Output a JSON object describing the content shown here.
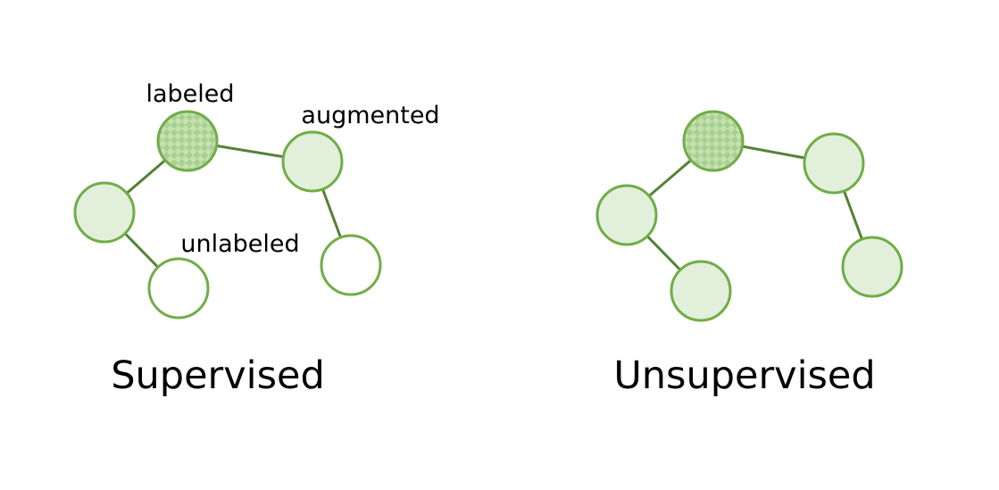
{
  "colors": {
    "edge": "#548235",
    "node_stroke": "#70ad47",
    "node_fill_augmented": "#e2efda",
    "node_fill_unlabeled": "#ffffff",
    "checker_light": "#c5e0b4",
    "checker_dark": "#a9d18e"
  },
  "legend": {
    "labeled": "labeled",
    "augmented": "augmented",
    "unlabeled": "unlabeled"
  },
  "panels": {
    "supervised": {
      "title": "Supervised",
      "node_states": [
        "labeled",
        "augmented",
        "augmented",
        "unlabeled",
        "unlabeled"
      ]
    },
    "unsupervised": {
      "title": "Unsupervised",
      "node_states": [
        "labeled",
        "augmented",
        "augmented",
        "augmented",
        "augmented"
      ]
    }
  }
}
